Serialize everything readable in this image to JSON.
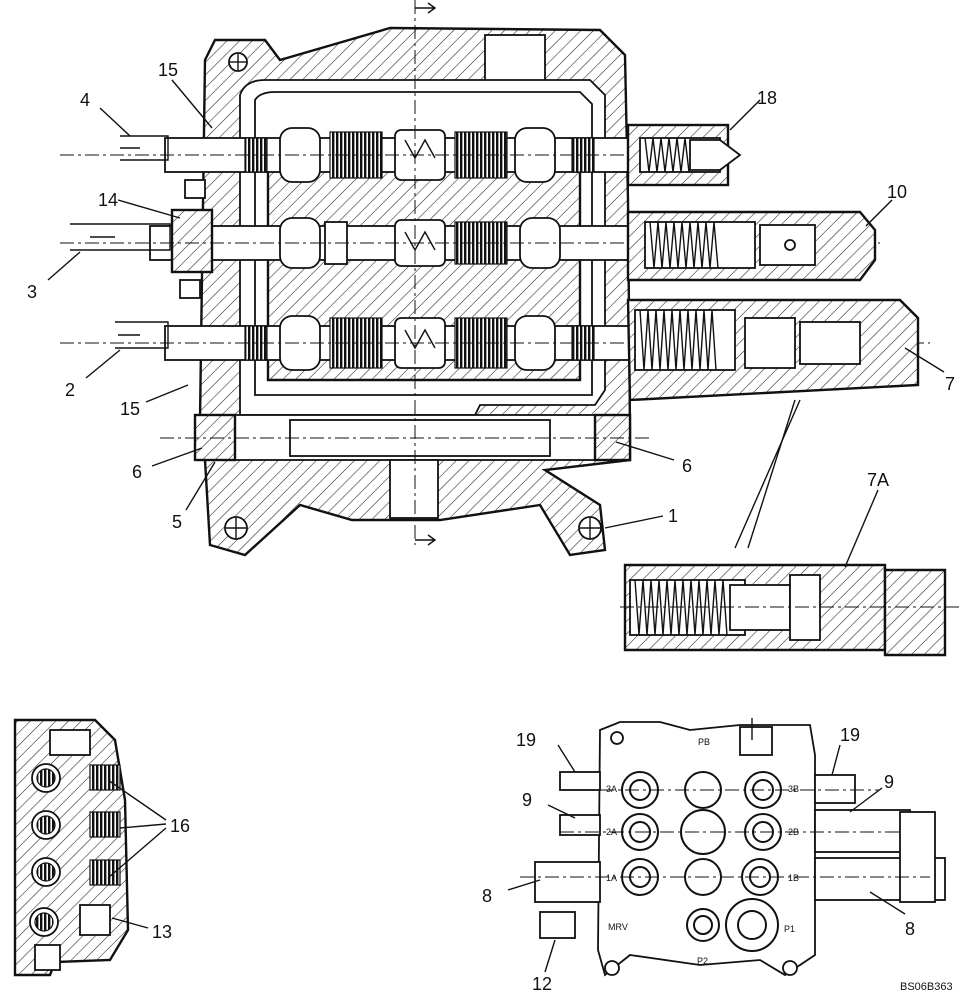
{
  "callouts": {
    "c1": "1",
    "c2": "2",
    "c3": "3",
    "c4": "4",
    "c5": "5",
    "c6a": "6",
    "c6b": "6",
    "c7": "7",
    "c7a": "7A",
    "c8a": "8",
    "c8b": "8",
    "c9a": "9",
    "c9b": "9",
    "c10": "10",
    "c12": "12",
    "c13": "13",
    "c14": "14",
    "c15a": "15",
    "c15b": "15",
    "c16": "16",
    "c18": "18",
    "c19a": "19",
    "c19b": "19"
  },
  "port_labels": {
    "pb": "PB",
    "p3a": "3A",
    "p3b": "3B",
    "p2a": "2A",
    "p2b": "2B",
    "p1a": "1A",
    "p1b": "1B",
    "mrv": "MRV",
    "p1": "P1",
    "p2": "P2"
  },
  "drawing_code": "BS06B363",
  "colors": {
    "ink": "#111111",
    "paper": "#ffffff"
  }
}
